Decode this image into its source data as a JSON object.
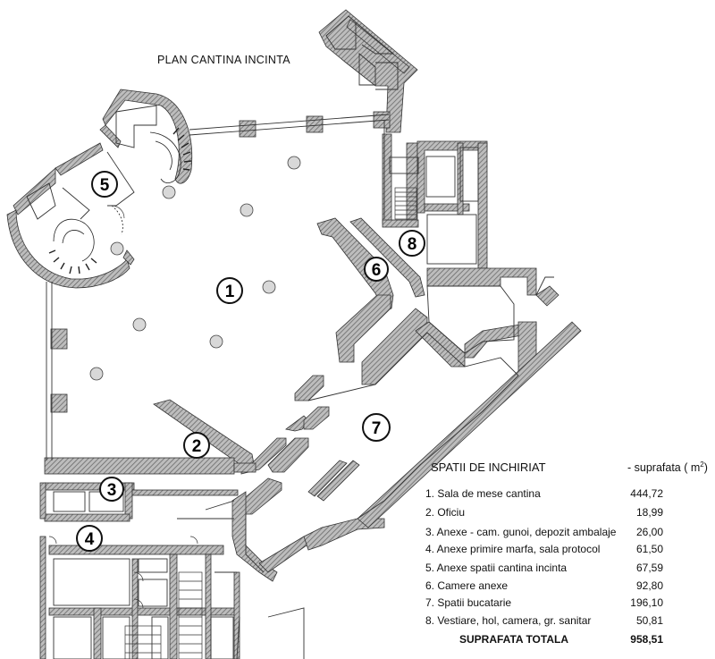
{
  "title": "PLAN CANTINA INCINTA",
  "zone_markers": [
    "1",
    "2",
    "3",
    "4",
    "5",
    "6",
    "7",
    "8"
  ],
  "legend": {
    "header": "SPATII DE INCHIRIAT",
    "column_label": "- suprafata  ( m",
    "column_unit_exp": "2",
    "column_close": ")",
    "items": [
      {
        "label": "1. Sala de mese cantina",
        "value": "444,72"
      },
      {
        "label": "2. Oficiu",
        "value": "18,99"
      },
      {
        "label": "3. Anexe - cam. gunoi, depozit ambalaje",
        "value": "26,00"
      },
      {
        "label": "4. Anexe primire marfa, sala protocol",
        "value": "61,50"
      },
      {
        "label": "5. Anexe spatii cantina incinta",
        "value": "67,59"
      },
      {
        "label": "6. Camere anexe",
        "value": "92,80"
      },
      {
        "label": "7. Spatii bucatarie",
        "value": "196,10"
      },
      {
        "label": "8. Vestiare, hol, camera, gr. sanitar",
        "value": "50,81"
      }
    ],
    "total_label": "SUPRAFATA TOTALA",
    "total_value": "958,51"
  },
  "colors": {
    "wall": "#6e6e6e",
    "wall_hatch": "#9a9a9a",
    "line": "#222222",
    "column_fill": "#d8d8d8"
  }
}
